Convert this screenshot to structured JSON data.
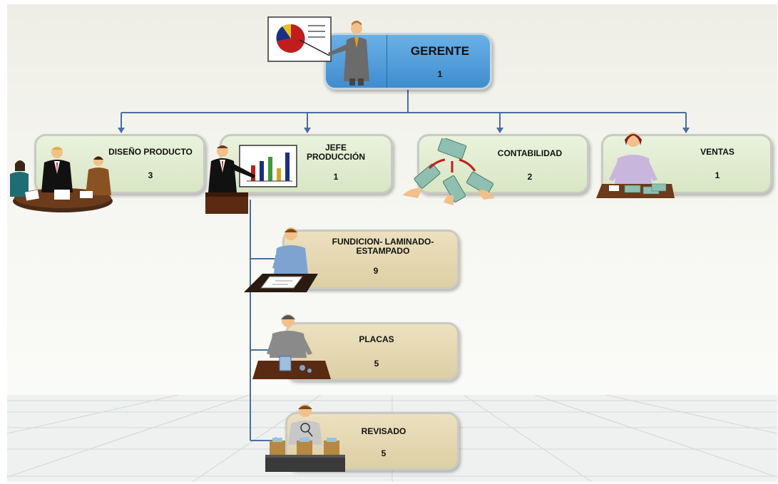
{
  "chart": {
    "root": {
      "name": "GERENTE",
      "count": "1"
    },
    "departments": [
      {
        "name": "DISEÑO PRODUCTO",
        "count": "3"
      },
      {
        "name": "JEFE\nPRODUCCIÓN",
        "count": "1"
      },
      {
        "name": "CONTABILIDAD",
        "count": "2"
      },
      {
        "name": "VENTAS",
        "count": "1"
      }
    ],
    "production_units": [
      {
        "name": "FUNDICION- LAMINADO-\nESTAMPADO",
        "count": "9"
      },
      {
        "name": "PLACAS",
        "count": "5"
      },
      {
        "name": "REVISADO",
        "count": "5"
      }
    ]
  },
  "colors": {
    "connector": "#4a6f9e",
    "root_box": "#4a96d6",
    "department_box": "#dde9cc",
    "unit_box": "#e2d6b0"
  },
  "icons": {
    "root": "presenter-with-pie-chart-icon",
    "diseno": "meeting-table-icon",
    "jefe": "presenter-with-bar-chart-icon",
    "contabilidad": "money-exchange-icon",
    "ventas": "clerk-at-desk-icon",
    "fundicion": "worker-drafting-icon",
    "placas": "worker-with-parts-icon",
    "revisado": "inspector-with-boxes-icon"
  }
}
